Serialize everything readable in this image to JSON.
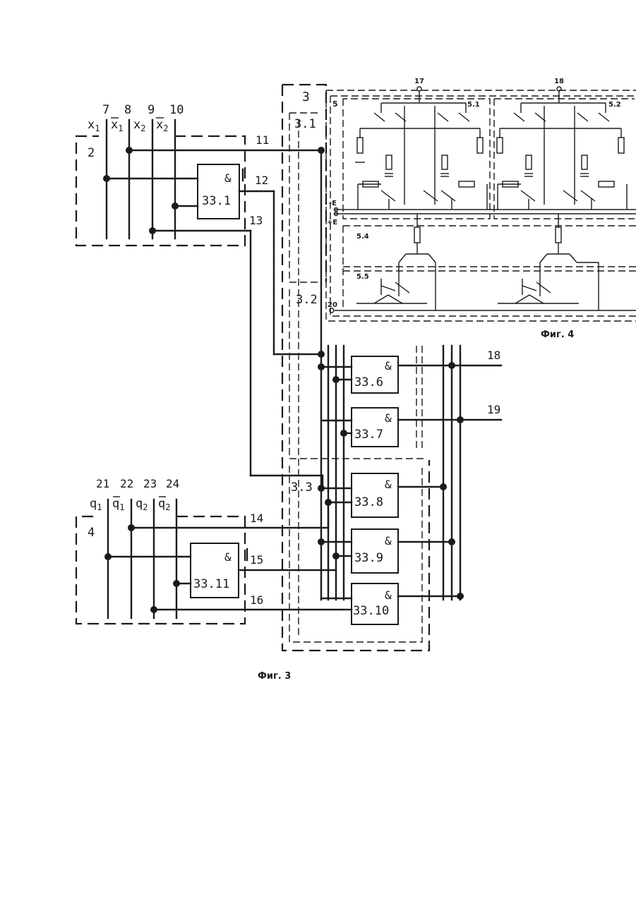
{
  "fig3": {
    "caption": "Фиг. 3",
    "block2": {
      "number": "2",
      "bus_numbers": [
        "7",
        "8",
        "9",
        "10"
      ],
      "signals": [
        {
          "base": "x",
          "sub": "1",
          "overbar": false
        },
        {
          "base": "x",
          "sub": "1",
          "overbar": true
        },
        {
          "base": "x",
          "sub": "2",
          "overbar": false
        },
        {
          "base": "x",
          "sub": "2",
          "overbar": true
        }
      ],
      "gate": {
        "symbol": "&",
        "label": "33.1"
      }
    },
    "block3": {
      "number": "3",
      "sub1": "3.1",
      "sub2": "3.2",
      "sub3": "3.3"
    },
    "block4": {
      "number": "4",
      "bus_numbers": [
        "21",
        "22",
        "23",
        "24"
      ],
      "signals": [
        {
          "base": "q",
          "sub": "1",
          "overbar": false
        },
        {
          "base": "q",
          "sub": "1",
          "overbar": true
        },
        {
          "base": "q",
          "sub": "2",
          "overbar": false
        },
        {
          "base": "q",
          "sub": "2",
          "overbar": true
        }
      ],
      "gate": {
        "symbol": "&",
        "label": "33.11"
      }
    },
    "wire_labels": [
      "11",
      "12",
      "13",
      "14",
      "15",
      "16",
      "18",
      "19"
    ],
    "gates": [
      {
        "symbol": "&",
        "label": "33.6"
      },
      {
        "symbol": "&",
        "label": "33.7"
      },
      {
        "symbol": "&",
        "label": "33.8"
      },
      {
        "symbol": "&",
        "label": "33.9"
      },
      {
        "symbol": "&",
        "label": "33.10"
      }
    ]
  },
  "fig4": {
    "caption": "Фиг. 4",
    "block_number": "5",
    "terminals": [
      "17",
      "18",
      "20"
    ],
    "sub_blocks": [
      "5.1",
      "5.2",
      "5.4",
      "5.5"
    ],
    "rails": [
      "-E",
      "+E"
    ]
  }
}
